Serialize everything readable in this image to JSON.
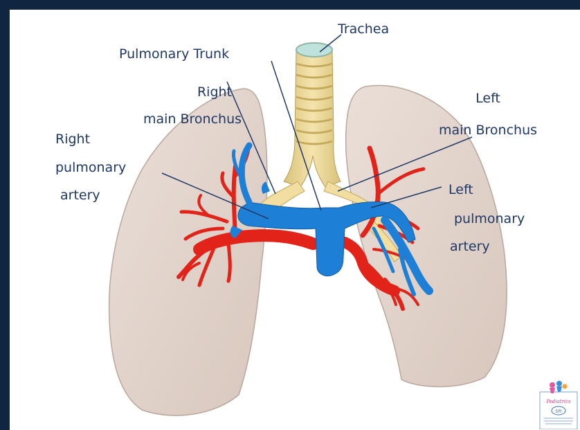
{
  "labels": {
    "trachea": "Trachea",
    "pulmonary_trunk": "Pulmonary Trunk",
    "right_main_bronchus": [
      "Right",
      "main Bronchus"
    ],
    "left_main_bronchus": [
      "Left",
      "main Bronchus"
    ],
    "right_pulmonary_artery": [
      "Right",
      "pulmonary",
      "artery"
    ],
    "left_pulmonary_artery": [
      "Left",
      "pulmonary",
      "artery"
    ]
  },
  "logo": {
    "brand_text": "Pediatrics",
    "badge_text": "SPI"
  },
  "colors": {
    "frame": "#0f2540",
    "lung": "#e2d4cc",
    "artery_blue": "#1e7fd6",
    "vessel_red": "#e2231a",
    "airway": "#f1dea0",
    "label": "#1f3864"
  }
}
